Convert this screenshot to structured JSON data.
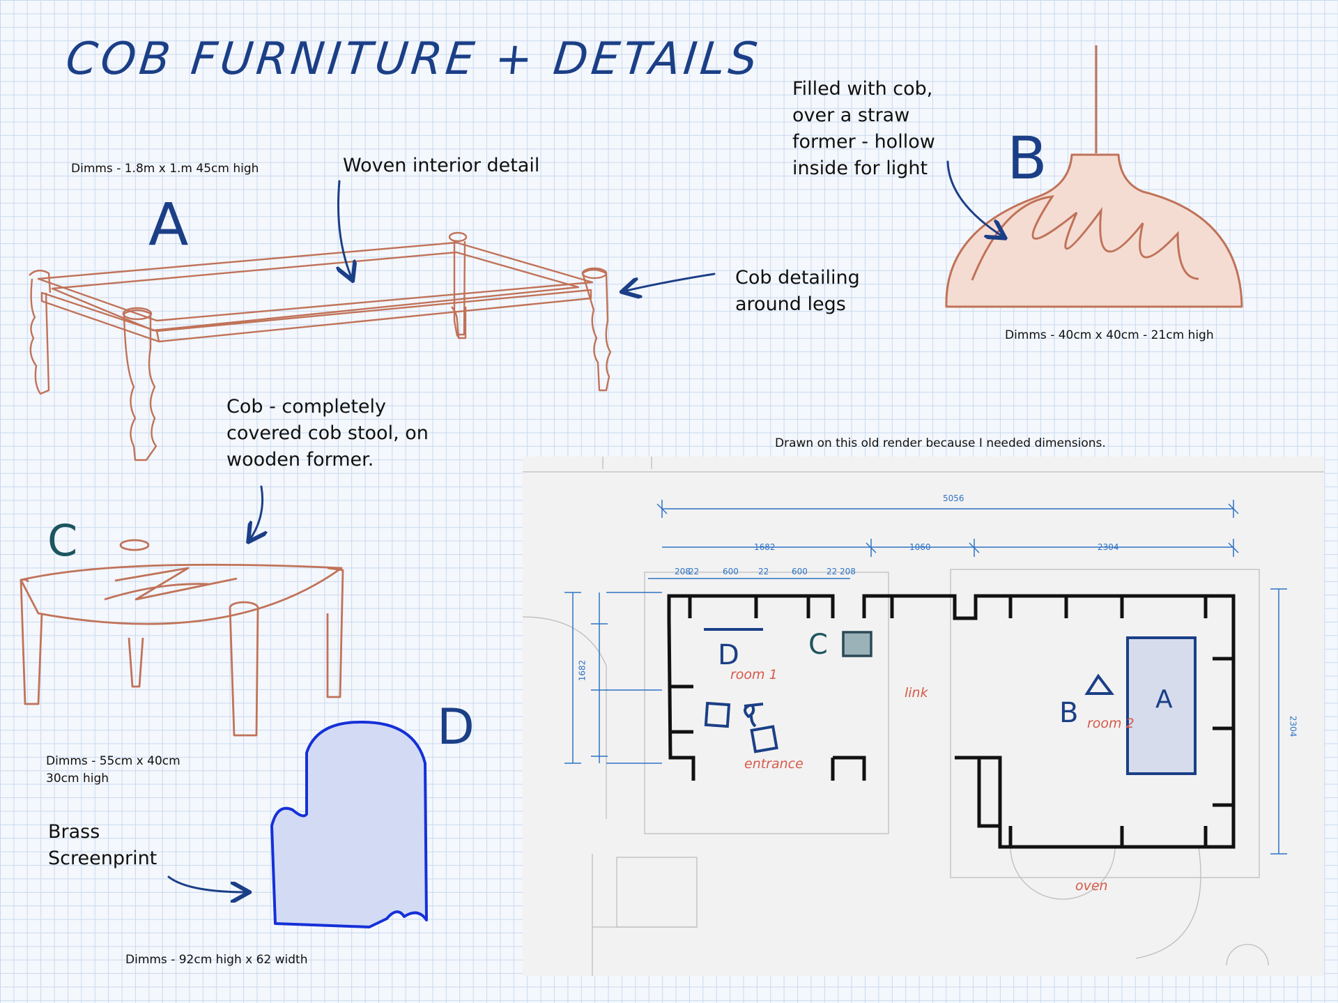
{
  "title": "COB FURNITURE + DETAILS",
  "items": {
    "a": {
      "letter": "A",
      "dims": "Dimms - 1.8m x 1.m 45cm high",
      "note_weave": "Woven interior detail",
      "note_legs": [
        "Cob detailing",
        "around legs"
      ]
    },
    "b": {
      "letter": "B",
      "note": [
        "Filled with cob,",
        "over a straw",
        "former - hollow",
        "inside for light"
      ],
      "dims": "Dimms - 40cm x 40cm - 21cm high"
    },
    "c": {
      "letter": "C",
      "note": [
        "Cob - completely",
        "covered cob stool, on",
        "wooden former."
      ],
      "dims": [
        "Dimms - 55cm x 40cm",
        "30cm high"
      ]
    },
    "d": {
      "letter": "D",
      "note": [
        "Brass",
        "Screenprint"
      ],
      "dims": "Dimms - 92cm high x 62 width"
    }
  },
  "plan": {
    "caption": "Drawn on this old render because I needed dimensions.",
    "dimensions": {
      "overall": "5056",
      "room1": "1682",
      "link": "1060",
      "room2": "2304",
      "seg_edge": "208",
      "seg_mid": "600",
      "seg_small": "22",
      "left_total": "1682",
      "right_total": "2304"
    },
    "rooms": {
      "room1": "room 1",
      "room2": "room 2",
      "link": "link",
      "entrance": "entrance",
      "oven": "oven"
    },
    "marks": {
      "a": "A",
      "b": "B",
      "c": "C",
      "d": "D"
    }
  },
  "colors": {
    "ink_blue": "#1b3f86",
    "terracotta": "#c07258",
    "screenprint_fill": "#d3dbf4",
    "screenprint_stroke": "#1530d8",
    "room_label": "#d6594a",
    "dimension_blue": "#2d73c4",
    "grid": "#c9d9ef"
  }
}
